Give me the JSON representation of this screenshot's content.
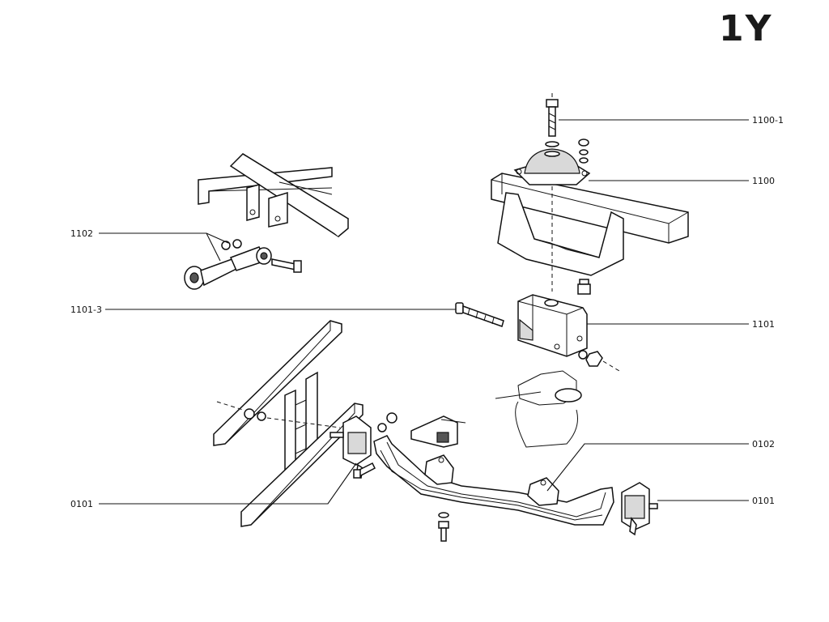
{
  "section": "1Y",
  "callouts": [
    {
      "id": "1100-1",
      "label": "1100-1"
    },
    {
      "id": "1100",
      "label": "1100"
    },
    {
      "id": "1102",
      "label": "1102"
    },
    {
      "id": "1101-3",
      "label": "1101-3"
    },
    {
      "id": "1101",
      "label": "1101"
    },
    {
      "id": "0102",
      "label": "0102"
    },
    {
      "id": "0101-left",
      "label": "0101"
    },
    {
      "id": "0101-right",
      "label": "0101"
    }
  ]
}
